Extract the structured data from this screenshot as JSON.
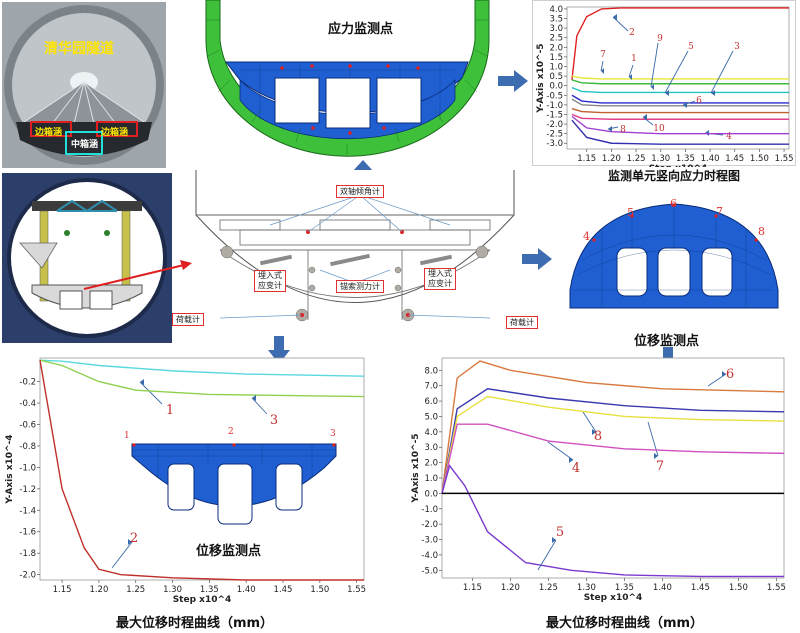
{
  "photo": {
    "title": "清华园隧道",
    "left_box": "边箱涵",
    "middle_box": "中箱涵",
    "right_box": "边箱涵"
  },
  "captions": {
    "stress_points": "应力监测点",
    "stress_history": "监测单元竖向应力时程图",
    "disp_points_right": "位移监测点",
    "disp_points_left": "位移监测点",
    "max_disp_left": "最大位移时程曲线（mm）",
    "max_disp_right": "最大位移时程曲线（mm）"
  },
  "section_labels": {
    "biaxial": "双轴倾角计",
    "embedded_left": "埋入式\n应变计",
    "anchor": "锚索测力计",
    "embedded_right": "埋入式\n应变计",
    "load_left": "荷载计",
    "load_right": "荷载计"
  },
  "model_point_labels": {
    "top_right": [
      "4",
      "5",
      "6",
      "7",
      "8"
    ],
    "left_beam": [
      "1",
      "2",
      "3"
    ]
  },
  "colors": {
    "mesh_blue": "#1f5fd1",
    "mesh_green": "#3ec03a",
    "callout_red": "#e03030",
    "arrow_blue": "#3d6cb0"
  },
  "chart_data": [
    {
      "type": "line",
      "title": "监测单元竖向应力时程图",
      "ylabel": "Y-Axis x10^-5",
      "xlabel": "Step x10^4",
      "xlim": [
        1.11,
        1.56
      ],
      "ylim": [
        -3.3,
        4.1
      ],
      "x_ticks": [
        "1.15",
        "1.20",
        "1.25",
        "1.30",
        "1.35",
        "1.40",
        "1.45",
        "1.50",
        "1.55"
      ],
      "y_ticks": [
        "4.0",
        "3.5",
        "3.0",
        "2.5",
        "2.0",
        "1.5",
        "1.0",
        "0.5",
        "0.0",
        "-0.5",
        "-1.0",
        "-1.5",
        "-2.0",
        "-2.5",
        "-3.0"
      ],
      "series": [
        {
          "name": "2",
          "color": "#e02020",
          "x": [
            1.12,
            1.13,
            1.15,
            1.18,
            1.22,
            1.3,
            1.56
          ],
          "y": [
            0.3,
            2.6,
            3.6,
            4.0,
            4.05,
            4.05,
            4.05
          ]
        },
        {
          "name": "7",
          "color": "#e6e63a",
          "x": [
            1.12,
            1.14,
            1.18,
            1.56
          ],
          "y": [
            0.5,
            0.4,
            0.35,
            0.35
          ]
        },
        {
          "name": "1",
          "color": "#3cb83c",
          "x": [
            1.12,
            1.14,
            1.18,
            1.56
          ],
          "y": [
            0.3,
            0.15,
            0.1,
            0.1
          ]
        },
        {
          "name": "9",
          "color": "#20c4c4",
          "x": [
            1.12,
            1.14,
            1.18,
            1.56
          ],
          "y": [
            -0.1,
            -0.3,
            -0.35,
            -0.35
          ]
        },
        {
          "name": "3",
          "color": "#2a2ad0",
          "x": [
            1.12,
            1.14,
            1.18,
            1.56
          ],
          "y": [
            -0.5,
            -0.8,
            -0.9,
            -0.9
          ]
        },
        {
          "name": "5",
          "color": "#888888",
          "x": [
            1.12,
            1.14,
            1.18,
            1.56
          ],
          "y": [
            -0.7,
            -1.0,
            -1.05,
            -1.05
          ]
        },
        {
          "name": "6",
          "color": "#c06030",
          "x": [
            1.12,
            1.14,
            1.18,
            1.56
          ],
          "y": [
            -1.2,
            -1.35,
            -1.4,
            -1.4
          ]
        },
        {
          "name": "10",
          "color": "#e0408a",
          "x": [
            1.12,
            1.14,
            1.2,
            1.56
          ],
          "y": [
            -1.5,
            -1.7,
            -1.75,
            -1.75
          ]
        },
        {
          "name": "4",
          "color": "#3030b0",
          "x": [
            1.12,
            1.15,
            1.2,
            1.3,
            1.56
          ],
          "y": [
            -1.8,
            -2.7,
            -3.0,
            -3.05,
            -3.05
          ]
        },
        {
          "name": "8",
          "color": "#a040d0",
          "x": [
            1.12,
            1.15,
            1.2,
            1.3,
            1.56
          ],
          "y": [
            -1.6,
            -2.2,
            -2.4,
            -2.5,
            -2.5
          ]
        }
      ]
    },
    {
      "type": "line",
      "title": "最大位移时程曲线（mm）",
      "ylabel": "Y-Axis x10^-4",
      "xlabel": "Step x10^4",
      "xlim": [
        1.12,
        1.56
      ],
      "ylim": [
        -2.05,
        0.02
      ],
      "x_ticks": [
        "1.15",
        "1.20",
        "1.25",
        "1.30",
        "1.35",
        "1.40",
        "1.45",
        "1.50",
        "1.55"
      ],
      "y_ticks": [
        "-0.2",
        "-0.4",
        "-0.6",
        "-0.8",
        "-1.0",
        "-1.2",
        "-1.4",
        "-1.6",
        "-1.8",
        "-2.0"
      ],
      "series": [
        {
          "name": "1",
          "color": "#5ad8e0",
          "x": [
            1.12,
            1.15,
            1.2,
            1.3,
            1.4,
            1.56
          ],
          "y": [
            0.0,
            -0.01,
            -0.05,
            -0.1,
            -0.13,
            -0.15
          ]
        },
        {
          "name": "3",
          "color": "#8fd050",
          "x": [
            1.12,
            1.15,
            1.2,
            1.25,
            1.35,
            1.56
          ],
          "y": [
            0.0,
            -0.05,
            -0.2,
            -0.28,
            -0.32,
            -0.34
          ]
        },
        {
          "name": "2",
          "color": "#c0302a",
          "x": [
            1.12,
            1.13,
            1.15,
            1.18,
            1.2,
            1.23,
            1.3,
            1.4,
            1.56
          ],
          "y": [
            0.0,
            -0.4,
            -1.2,
            -1.75,
            -1.95,
            -2.0,
            -2.03,
            -2.05,
            -2.05
          ]
        }
      ]
    },
    {
      "type": "line",
      "title": "最大位移时程曲线（mm）",
      "ylabel": "Y-Axis x10^-5",
      "xlabel": "Step x10^4",
      "xlim": [
        1.11,
        1.56
      ],
      "ylim": [
        -5.5,
        8.8
      ],
      "x_ticks": [
        "1.15",
        "1.20",
        "1.25",
        "1.30",
        "1.35",
        "1.40",
        "1.45",
        "1.50",
        "1.55"
      ],
      "y_ticks": [
        "8.0",
        "7.0",
        "6.0",
        "5.0",
        "4.0",
        "3.0",
        "2.0",
        "1.0",
        "0.0",
        "-1.0",
        "-2.0",
        "-3.0",
        "-4.0",
        "-5.0"
      ],
      "series": [
        {
          "name": "6",
          "color": "#d87a40",
          "x": [
            1.11,
            1.13,
            1.16,
            1.2,
            1.3,
            1.4,
            1.56
          ],
          "y": [
            0,
            7.5,
            8.6,
            8.0,
            7.2,
            6.8,
            6.6
          ]
        },
        {
          "name": "8",
          "color": "#3a3ab0",
          "x": [
            1.11,
            1.13,
            1.17,
            1.25,
            1.35,
            1.45,
            1.56
          ],
          "y": [
            0,
            5.5,
            6.8,
            6.2,
            5.7,
            5.4,
            5.3
          ]
        },
        {
          "name": "7",
          "color": "#e8e040",
          "x": [
            1.11,
            1.13,
            1.17,
            1.25,
            1.35,
            1.45,
            1.56
          ],
          "y": [
            0,
            5.0,
            6.3,
            5.6,
            5.0,
            4.8,
            4.7
          ]
        },
        {
          "name": "4",
          "color": "#d050c0",
          "x": [
            1.11,
            1.13,
            1.17,
            1.25,
            1.35,
            1.45,
            1.56
          ],
          "y": [
            0,
            4.5,
            4.5,
            3.4,
            2.9,
            2.7,
            2.6
          ]
        },
        {
          "name": "5",
          "color": "#7a3ad0",
          "x": [
            1.11,
            1.12,
            1.14,
            1.17,
            1.22,
            1.28,
            1.35,
            1.45,
            1.56
          ],
          "y": [
            0,
            1.8,
            0.5,
            -2.5,
            -4.5,
            -5.0,
            -5.3,
            -5.4,
            -5.4
          ]
        },
        {
          "name": "",
          "color": "#000000",
          "x": [
            1.11,
            1.56
          ],
          "y": [
            0,
            0
          ]
        }
      ]
    }
  ]
}
